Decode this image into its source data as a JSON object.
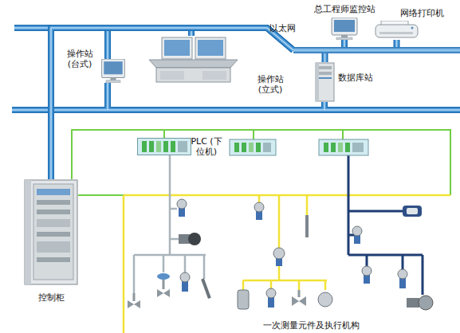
{
  "diagram": {
    "nodes": [
      {
        "text": [
          "以太网"
        ]
      },
      {
        "text": [
          "总工程师监控站"
        ]
      },
      {
        "text": [
          "网络打印机"
        ]
      },
      {
        "text": [
          "操作站 (台式)"
        ]
      },
      {
        "text": [
          "操作站 (立式)"
        ]
      },
      {
        "text": [
          "数据库站"
        ]
      },
      {
        "text": [
          "控制柜"
        ]
      },
      {
        "text": [
          "PLC (下位机)"
        ]
      }
    ],
    "edges": [
      {
        "from": 1,
        "to": 0,
        "arrow": "none"
      },
      {
        "from": 2,
        "to": 0,
        "arrow": "none"
      },
      {
        "from": 5,
        "to": 0,
        "arrow": "none"
      },
      {
        "from": 3,
        "to": 0,
        "arrow": "none"
      },
      {
        "from": 4,
        "to": 0,
        "arrow": "none"
      },
      {
        "from": 6,
        "to": 0,
        "arrow": "none"
      },
      {
        "from": 6,
        "to": 7,
        "arrow": "none"
      }
    ],
    "labels": [
      "一次测量元件及执行机构"
    ]
  }
}
